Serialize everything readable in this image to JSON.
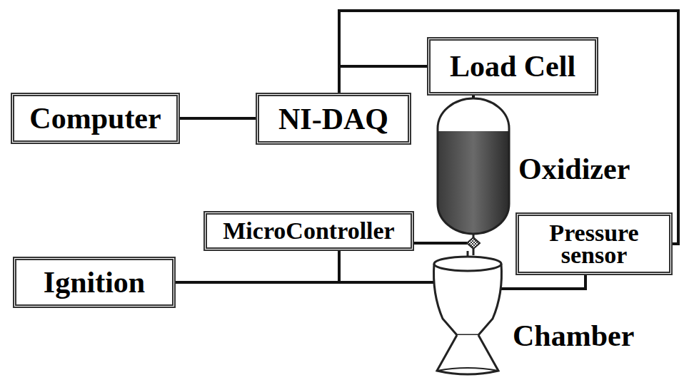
{
  "diagram": {
    "nodes": [
      {
        "text": [
          "Load Cell"
        ]
      },
      {
        "text": [
          "Computer"
        ]
      },
      {
        "text": [
          "NI-DAQ"
        ]
      },
      {
        "text": [
          "Oxidizer"
        ]
      },
      {
        "text": [
          "MicroController"
        ]
      },
      {
        "text": [
          "Pressure sensor"
        ]
      },
      {
        "text": [
          "Ignition"
        ]
      },
      {
        "text": [
          "Chamber"
        ]
      }
    ],
    "edges": [
      {
        "from": 1,
        "to": 2,
        "arrow": "none"
      },
      {
        "from": 2,
        "to": 0,
        "arrow": "none"
      },
      {
        "from": 2,
        "to": 5,
        "arrow": "none"
      },
      {
        "from": 0,
        "to": 3,
        "arrow": "none"
      },
      {
        "from": 4,
        "to": 3,
        "arrow": "none"
      },
      {
        "from": 6,
        "to": 7,
        "arrow": "none"
      },
      {
        "from": 4,
        "to": 7,
        "arrow": "none"
      },
      {
        "from": 5,
        "to": 7,
        "arrow": "none"
      }
    ]
  }
}
